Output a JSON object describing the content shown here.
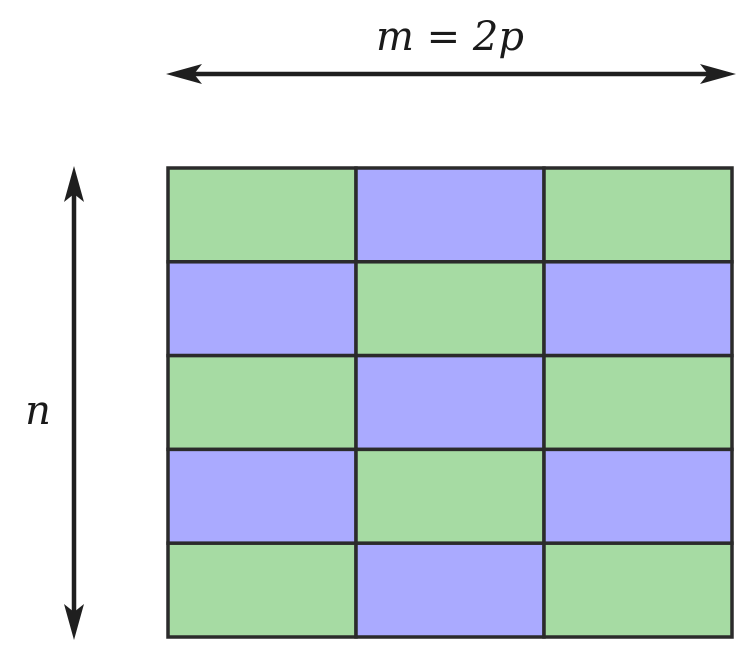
{
  "labels": {
    "width_label": "m = 2p",
    "height_label": "n"
  },
  "grid": {
    "rows": 5,
    "cols": 3,
    "pattern": [
      [
        "green",
        "blue",
        "green"
      ],
      [
        "blue",
        "green",
        "blue"
      ],
      [
        "green",
        "blue",
        "green"
      ],
      [
        "blue",
        "green",
        "blue"
      ],
      [
        "green",
        "blue",
        "green"
      ]
    ]
  },
  "colors": {
    "green": "#a6dba3",
    "blue": "#aaaaff",
    "line": "#2b2b2b"
  }
}
